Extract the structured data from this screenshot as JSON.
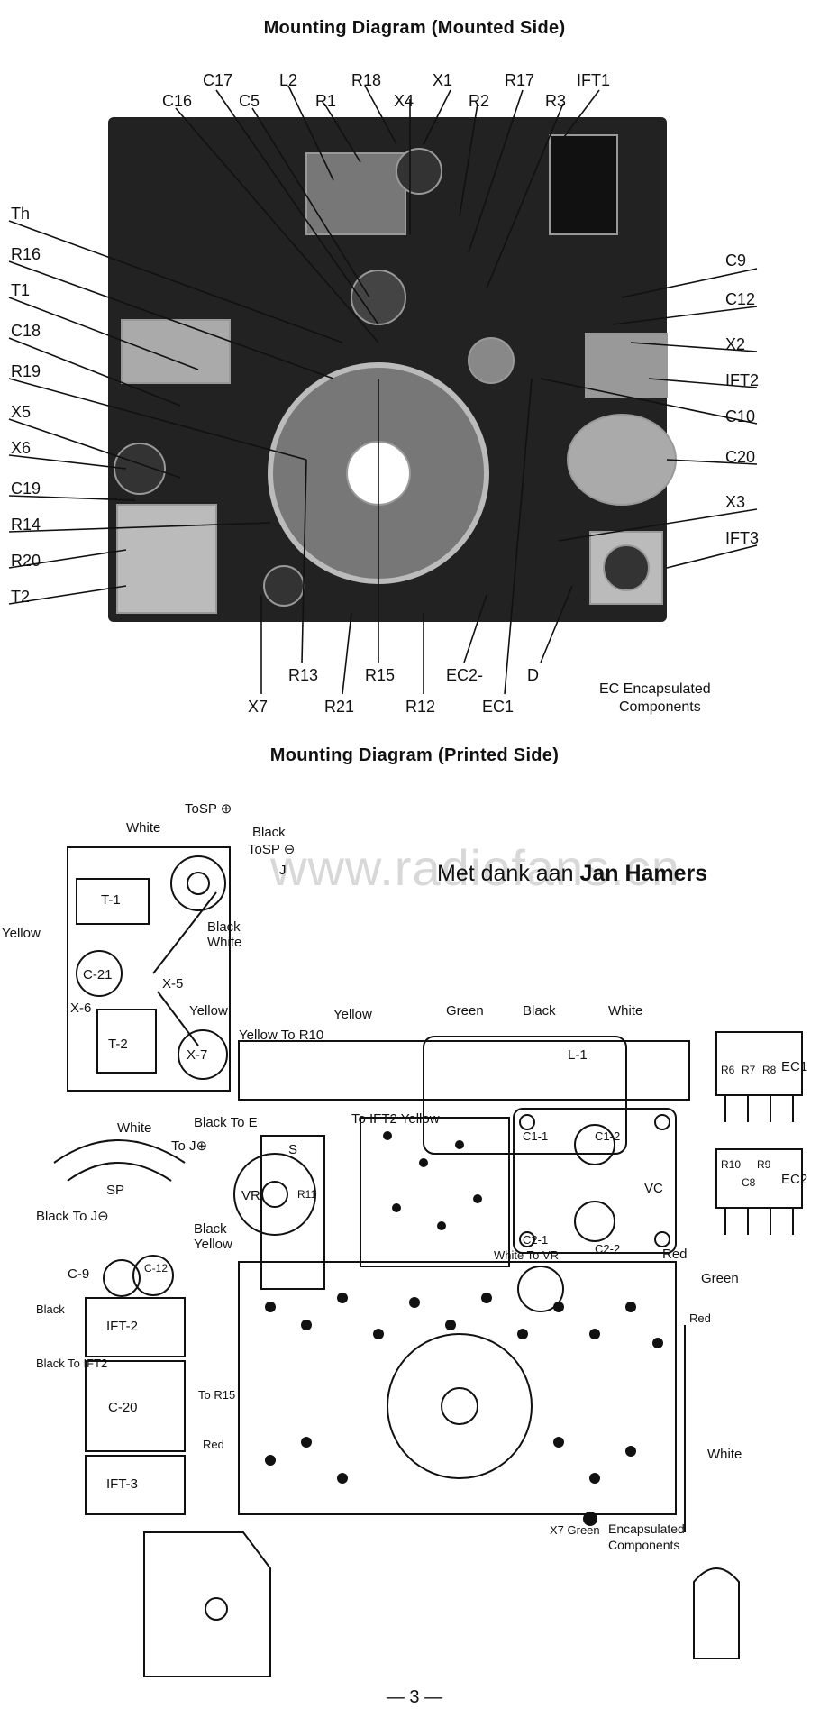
{
  "titles": {
    "top": "Mounting Diagram (Mounted Side)",
    "bottom": "Mounting Diagram (Printed Side)"
  },
  "top_labels": {
    "C17": "C17",
    "L2": "L2",
    "R18": "R18",
    "X1": "X1",
    "R17": "R17",
    "IFT1": "IFT1",
    "C16": "C16",
    "C5": "C5",
    "R1": "R1",
    "X4": "X4",
    "R2": "R2",
    "R3": "R3",
    "Th": "Th",
    "R16": "R16",
    "T1": "T1",
    "C18": "C18",
    "R19": "R19",
    "X5": "X5",
    "X6": "X6",
    "C19": "C19",
    "R14": "R14",
    "R20": "R20",
    "T2": "T2",
    "C9": "C9",
    "C12": "C12",
    "X2": "X2",
    "IFT2": "IFT2",
    "C10": "C10",
    "C20": "C20",
    "X3": "X3",
    "IFT3": "IFT3",
    "R13": "R13",
    "R15": "R15",
    "EC2": "EC2-",
    "D": "D",
    "X7": "X7",
    "R21": "R21",
    "R12": "R12",
    "EC1": "EC1"
  },
  "top_note": {
    "line1": "EC Encapsulated",
    "line2": "Components"
  },
  "watermark": "www.radiofans.cn",
  "credit": {
    "prefix": "Met dank aan ",
    "name": "Jan Hamers"
  },
  "bottom_labels": {
    "tosp_plus": "ToSP ⊕",
    "white1": "White",
    "black1": "Black",
    "tosp_minus": "ToSP ⊖",
    "j": "J",
    "t1": "T-1",
    "yellow1": "Yellow",
    "black2": "Black",
    "white2": "White",
    "c21": "C-21",
    "x5": "X-5",
    "x6": "X-6",
    "yellow2": "Yellow",
    "t2": "T-2",
    "x7": "X-7",
    "yellow_top": "Yellow",
    "green_top": "Green",
    "black_top": "Black",
    "white_top": "White",
    "yellow_r10": "Yellow To R10",
    "l1": "L-1",
    "to_ift2_yellow": "To IFT2 Yellow",
    "ec1": "EC1",
    "ec2": "EC2",
    "r6": "R6",
    "r7": "R7",
    "r8": "R8",
    "r10": "R10",
    "r9": "R9",
    "c8": "C8",
    "white_sp": "White",
    "black_to_e": "Black To E",
    "to_j": "To J⊕",
    "sp": "SP",
    "black_to_j": "Black To J⊖",
    "vr": "VR",
    "r11": "R11",
    "s": "S",
    "c1_1": "C1-1",
    "c1_2": "C1-2",
    "vc": "VC",
    "c2_1": "C2-1",
    "c2_2": "C2-2",
    "red1": "Red",
    "black3": "Black",
    "yellow3": "Yellow",
    "c9": "C-9",
    "c12": "C-12",
    "black4": "Black",
    "ift2": "IFT-2",
    "c20": "C-20",
    "ift3": "IFT-3",
    "black_to_ift2": "Black To IFT2",
    "to_r15": "To R15",
    "red2": "Red",
    "green_right": "Green",
    "red_right": "Red",
    "white_right": "White",
    "white_to_vr": "White To VR",
    "x7_green": "X7 Green"
  },
  "bottom_note": {
    "line1": "Encapsulated",
    "line2": "Components"
  },
  "page_number": "— 3 —"
}
